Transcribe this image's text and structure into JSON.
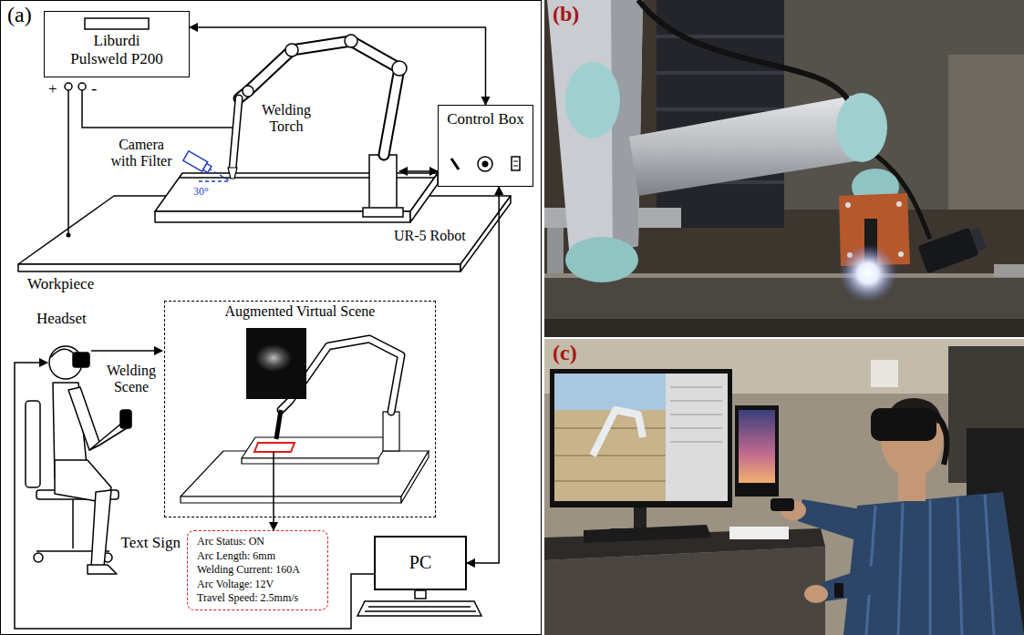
{
  "diagram": {
    "nodes": [
      {
        "text": [
          "(a)"
        ]
      },
      {
        "text": [
          "Liburdi Pulsweld P200"
        ],
        "in": 0
      },
      {
        "text": [
          "Control Box"
        ],
        "in": 0
      },
      {
        "text": [
          "Augmented Virtual Scene"
        ],
        "in": 0
      },
      {
        "text": [
          "Text Sign",
          "Arc Status: ON",
          "Arc Length: 6mm",
          "Welding Current: 160A",
          "Arc Voltage: 12V",
          "Travel Speed: 2.5mm/s"
        ],
        "in": 0
      },
      {
        "text": [
          "PC"
        ],
        "in": 0
      },
      {
        "text": [
          "(b)"
        ]
      },
      {
        "text": [
          "(c)"
        ]
      }
    ],
    "edges": [
      {
        "from": 1,
        "to": 2,
        "arrow": "both"
      },
      {
        "from": 2,
        "to": 5,
        "arrow": "both"
      },
      {
        "from": 3,
        "to": 4,
        "arrow": "to"
      }
    ],
    "labels": [
      "+",
      "-",
      "Camera with Filter",
      "Welding Torch",
      "30°",
      "Workpiece",
      "UR-5 Robot",
      "Headset",
      "Welding Scene"
    ]
  }
}
